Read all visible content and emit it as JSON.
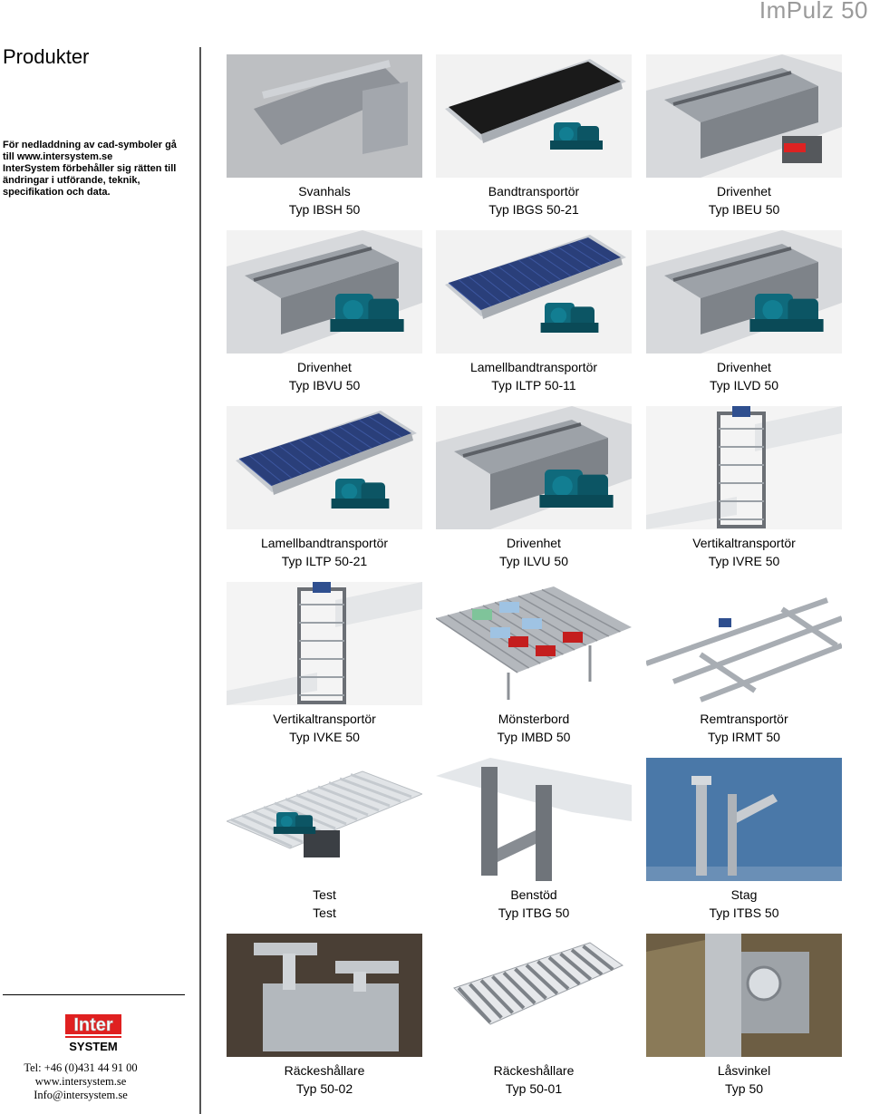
{
  "brand": "ImPulz 50",
  "page_title": "Produkter",
  "notice": [
    "För nedladdning av cad-symboler gå",
    "till www.intersystem.se",
    "InterSystem förbehåller sig rätten till",
    "ändringar i utförande, teknik,",
    "specifikation och data."
  ],
  "logo": {
    "line1": "Inter",
    "line2": "SYSTEM",
    "color": "#e02020"
  },
  "contact": {
    "phone": "Tel: +46 (0)431 44 91 00",
    "web": "www.intersystem.se",
    "email": "Info@intersystem.se"
  },
  "colors": {
    "motor": "#0f6a7c",
    "belt_dark": "#1a1a1a",
    "belt_blue": "#2a3f7a",
    "frame": "#b8bcc2",
    "sky": "#4a78a8"
  },
  "products": [
    {
      "name": "Svanhals",
      "type": "Typ IBSH 50",
      "icon": "gooseneck-drive-image"
    },
    {
      "name": "Bandtransportör",
      "type": "Typ IBGS 50-21",
      "icon": "belt-conveyor-image"
    },
    {
      "name": "Drivenhet",
      "type": "Typ IBEU 50",
      "icon": "drive-unit-image"
    },
    {
      "name": "Drivenhet",
      "type": "Typ IBVU 50",
      "icon": "drive-unit-motor-image"
    },
    {
      "name": "Lamellbandtransportör",
      "type": "Typ ILTP 50-11",
      "icon": "slat-belt-conveyor-image"
    },
    {
      "name": "Drivenhet",
      "type": "Typ ILVD 50",
      "icon": "drive-unit-motor-image"
    },
    {
      "name": "Lamellbandtransportör",
      "type": "Typ ILTP 50-21",
      "icon": "slat-belt-conveyor-image"
    },
    {
      "name": "Drivenhet",
      "type": "Typ ILVU 50",
      "icon": "drive-unit-motor-image"
    },
    {
      "name": "Vertikaltransportör",
      "type": "Typ IVRE 50",
      "icon": "vertical-conveyor-image"
    },
    {
      "name": "Vertikaltransportör",
      "type": "Typ IVKE 50",
      "icon": "vertical-conveyor-image"
    },
    {
      "name": "Mönsterbord",
      "type": "Typ IMBD 50",
      "icon": "pattern-table-image"
    },
    {
      "name": "Remtransportör",
      "type": "Typ IRMT 50",
      "icon": "strap-conveyor-image"
    },
    {
      "name": "Test",
      "type": "Test",
      "icon": "roller-conveyor-motor-image"
    },
    {
      "name": "Benstöd",
      "type": "Typ ITBG 50",
      "icon": "leg-support-image"
    },
    {
      "name": "Stag",
      "type": "Typ ITBS 50",
      "icon": "brace-image"
    },
    {
      "name": "Räckeshållare",
      "type": "Typ 50-02",
      "icon": "rail-holder-image"
    },
    {
      "name": "Räckeshållare",
      "type": "Typ 50-01",
      "icon": "roller-rail-image"
    },
    {
      "name": "Låsvinkel",
      "type": "Typ 50",
      "icon": "locking-bracket-image"
    }
  ]
}
